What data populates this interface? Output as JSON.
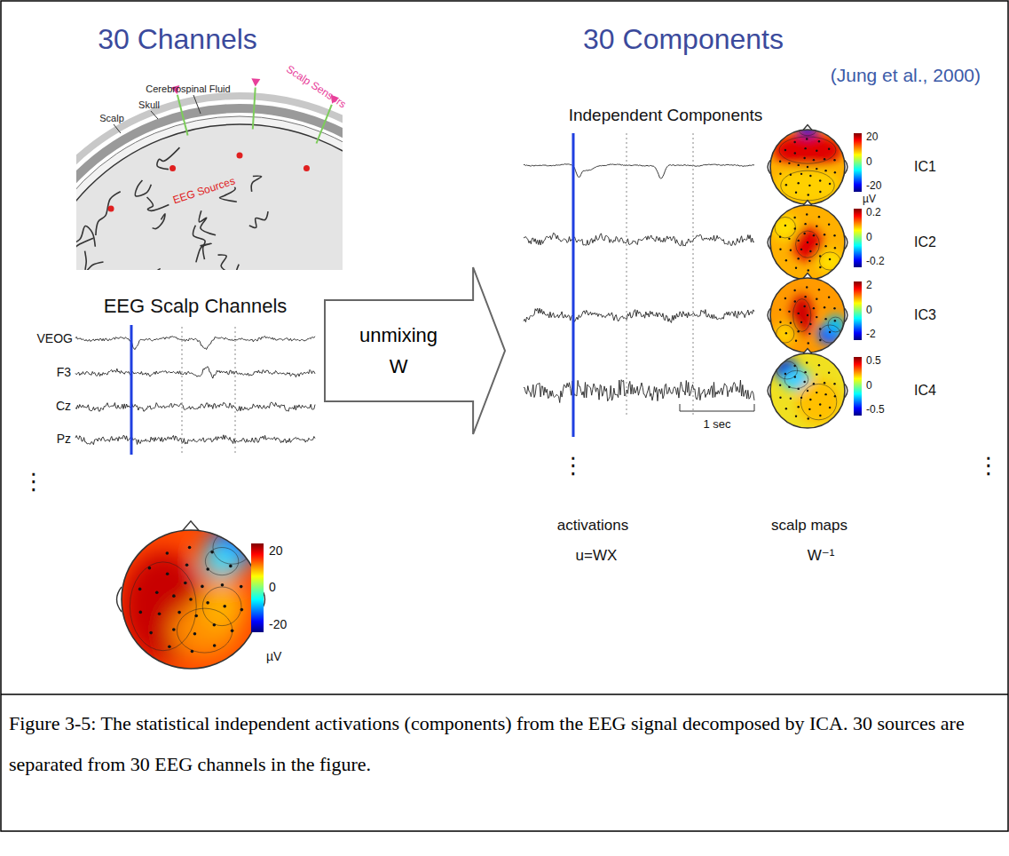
{
  "diagram": {
    "caption": "Figure 3-5: The statistical independent activations (components) from the EEG signal decomposed by ICA. 30 sources are separated from 30 EEG channels in the figure.",
    "nodes": [
      {
        "text": [
          "unmixing",
          "W"
        ]
      }
    ],
    "labels": [
      "30 Channels",
      "Cerebrospinal Fluid",
      "Skull",
      "Scalp",
      "Scalp Sensors",
      "EEG Sources",
      "EEG Scalp Channels",
      "VEOG",
      "F3",
      "Cz",
      "Pz",
      "⋮",
      "20",
      "0",
      "-20",
      "µV",
      "30 Components",
      "(Jung et al., 2000)",
      "Independent Components",
      "20",
      "0",
      "-20",
      "µV",
      "IC1",
      "0.2",
      "0",
      "-0.2",
      "IC2",
      "2",
      "0",
      "-2",
      "IC3",
      "0.5",
      "0",
      "-0.5",
      "IC4",
      "1 sec",
      "⋮",
      "⋮",
      "activations",
      "u=WX",
      "scalp maps",
      "W⁻¹"
    ]
  }
}
